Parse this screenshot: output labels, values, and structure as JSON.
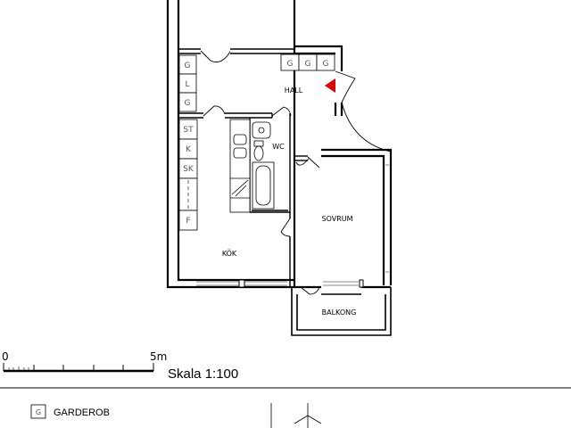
{
  "rooms": {
    "hall": "HALL",
    "wc": "WC",
    "kok": "KÖK",
    "sovrum": "SOVRUM",
    "balkong": "BALKONG"
  },
  "hall_cabinets": [
    "G",
    "G",
    "G"
  ],
  "side_cabinets": [
    "G",
    "L",
    "G"
  ],
  "kitchen_units": [
    "ST",
    "K",
    "SK",
    "F"
  ],
  "scale": {
    "zero": "0",
    "five": "5m",
    "text": "Skala 1:100"
  },
  "legend": {
    "code": "G",
    "text": "GARDEROB"
  },
  "colors": {
    "line": "#000000",
    "entrance_marker": "#e00000",
    "window": "#888888"
  },
  "icons": {
    "entrance": "entrance-marker-triangle",
    "compass": "north-arrow-icon"
  }
}
